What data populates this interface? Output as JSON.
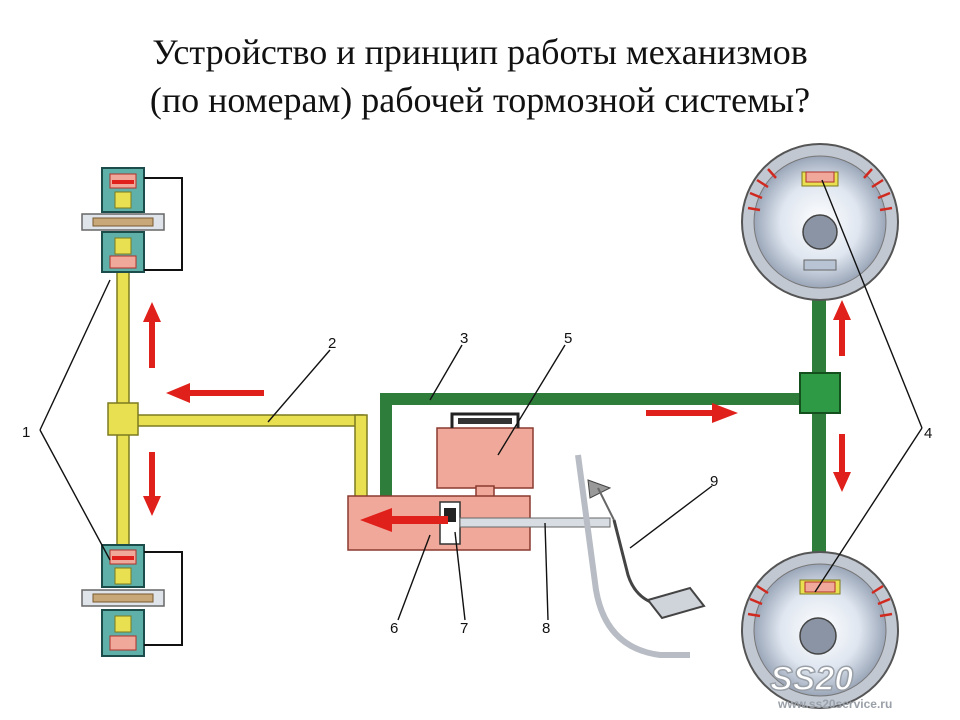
{
  "slide": {
    "title_line1": "Устройство и принцип работы механизмов",
    "title_line2": "(по номерам) рабочей тормозной системы?"
  },
  "diagram": {
    "labels": [
      "1",
      "2",
      "3",
      "4",
      "5",
      "6",
      "7",
      "8",
      "9"
    ],
    "colors": {
      "front_circuit": "#e8e050",
      "rear_circuit": "#2e7d3a",
      "arrow": "#e0201a",
      "cylinder": "#f0a89a",
      "drum": "#cfd8e6"
    }
  },
  "watermark": {
    "logo": "SS20",
    "site": "www.ss20service.ru"
  }
}
